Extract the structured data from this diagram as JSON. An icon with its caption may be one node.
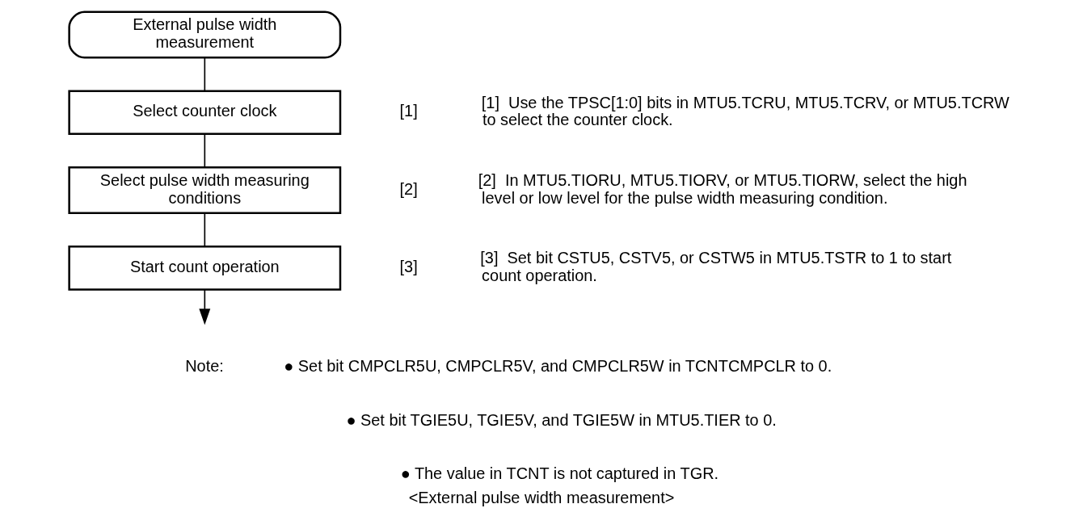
{
  "diagram": {
    "caption": "<External pulse width measurement>",
    "nodes": [
      {
        "text": [
          "External pulse width measurement"
        ]
      },
      {
        "text": [
          "Select counter clock"
        ],
        "beside": [
          "[1]"
        ]
      },
      {
        "text": [
          "Select pulse width measuring conditions"
        ],
        "beside": [
          "[2]"
        ]
      },
      {
        "text": [
          "Start count operation"
        ],
        "beside": [
          "[3]"
        ]
      }
    ],
    "edges": [
      {
        "from": 0,
        "to": 1,
        "arrow": "none"
      },
      {
        "from": 1,
        "to": 2,
        "arrow": "none"
      },
      {
        "from": 2,
        "to": 3,
        "arrow": "none"
      },
      {
        "from": 3,
        "to": null,
        "arrow": "to"
      }
    ],
    "labels": [
      "[1]  Use the TPSC[1:0] bits in MTU5.TCRU, MTU5.TCRV, or MTU5.TCRW to select the counter clock.",
      "[2]  In MTU5.TIORU, MTU5.TIORV, or MTU5.TIORW, select the high level or low level for the pulse width measuring condition.",
      "[3]  Set bit CSTU5, CSTV5, or CSTW5 in MTU5.TSTR to 1 to start count operation.",
      "Note:",
      "● Set bit CMPCLR5U, CMPCLR5V, and CMPCLR5W in TCNTCMPCLR to 0.",
      "● Set bit TGIE5U, TGIE5V, and TGIE5W in MTU5.TIER to 0.",
      "● The value in TCNT is not captured in TGR."
    ]
  }
}
